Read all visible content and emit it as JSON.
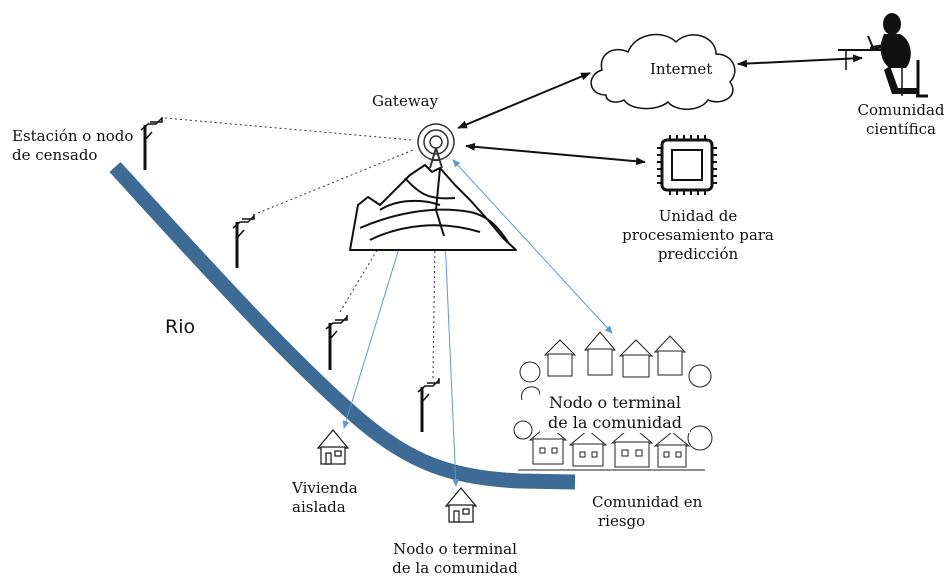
{
  "labels": {
    "sensor_station": [
      "Estación o nodo",
      "de censado"
    ],
    "gateway": "Gateway",
    "internet": "Internet",
    "scientific_community": [
      "Comunidad",
      "científica"
    ],
    "processing_unit": [
      "Unidad de",
      "procesamiento  para",
      "predicción"
    ],
    "river": "Rio",
    "community_terminal": [
      "Nodo o terminal",
      "de la comunidad"
    ],
    "isolated_home": [
      "Vivienda",
      "aislada"
    ],
    "home_terminal": [
      "Nodo o terminal",
      "de la comunidad"
    ],
    "community_at_risk": [
      "Comunidad en",
      "riesgo"
    ]
  },
  "colors": {
    "river": "#3e6a96",
    "wireless_link": "#5b9bd5",
    "radio_link": "#333333",
    "arrow": "#111111"
  },
  "icons": {
    "gateway": "antenna-tower-icon",
    "cloud": "cloud-icon",
    "researcher": "person-at-computer-icon",
    "processor": "cpu-chip-icon",
    "sensor": "sensor-pole-icon",
    "house": "house-icon",
    "village": "village-icon",
    "mountain": "mountain-icon"
  }
}
